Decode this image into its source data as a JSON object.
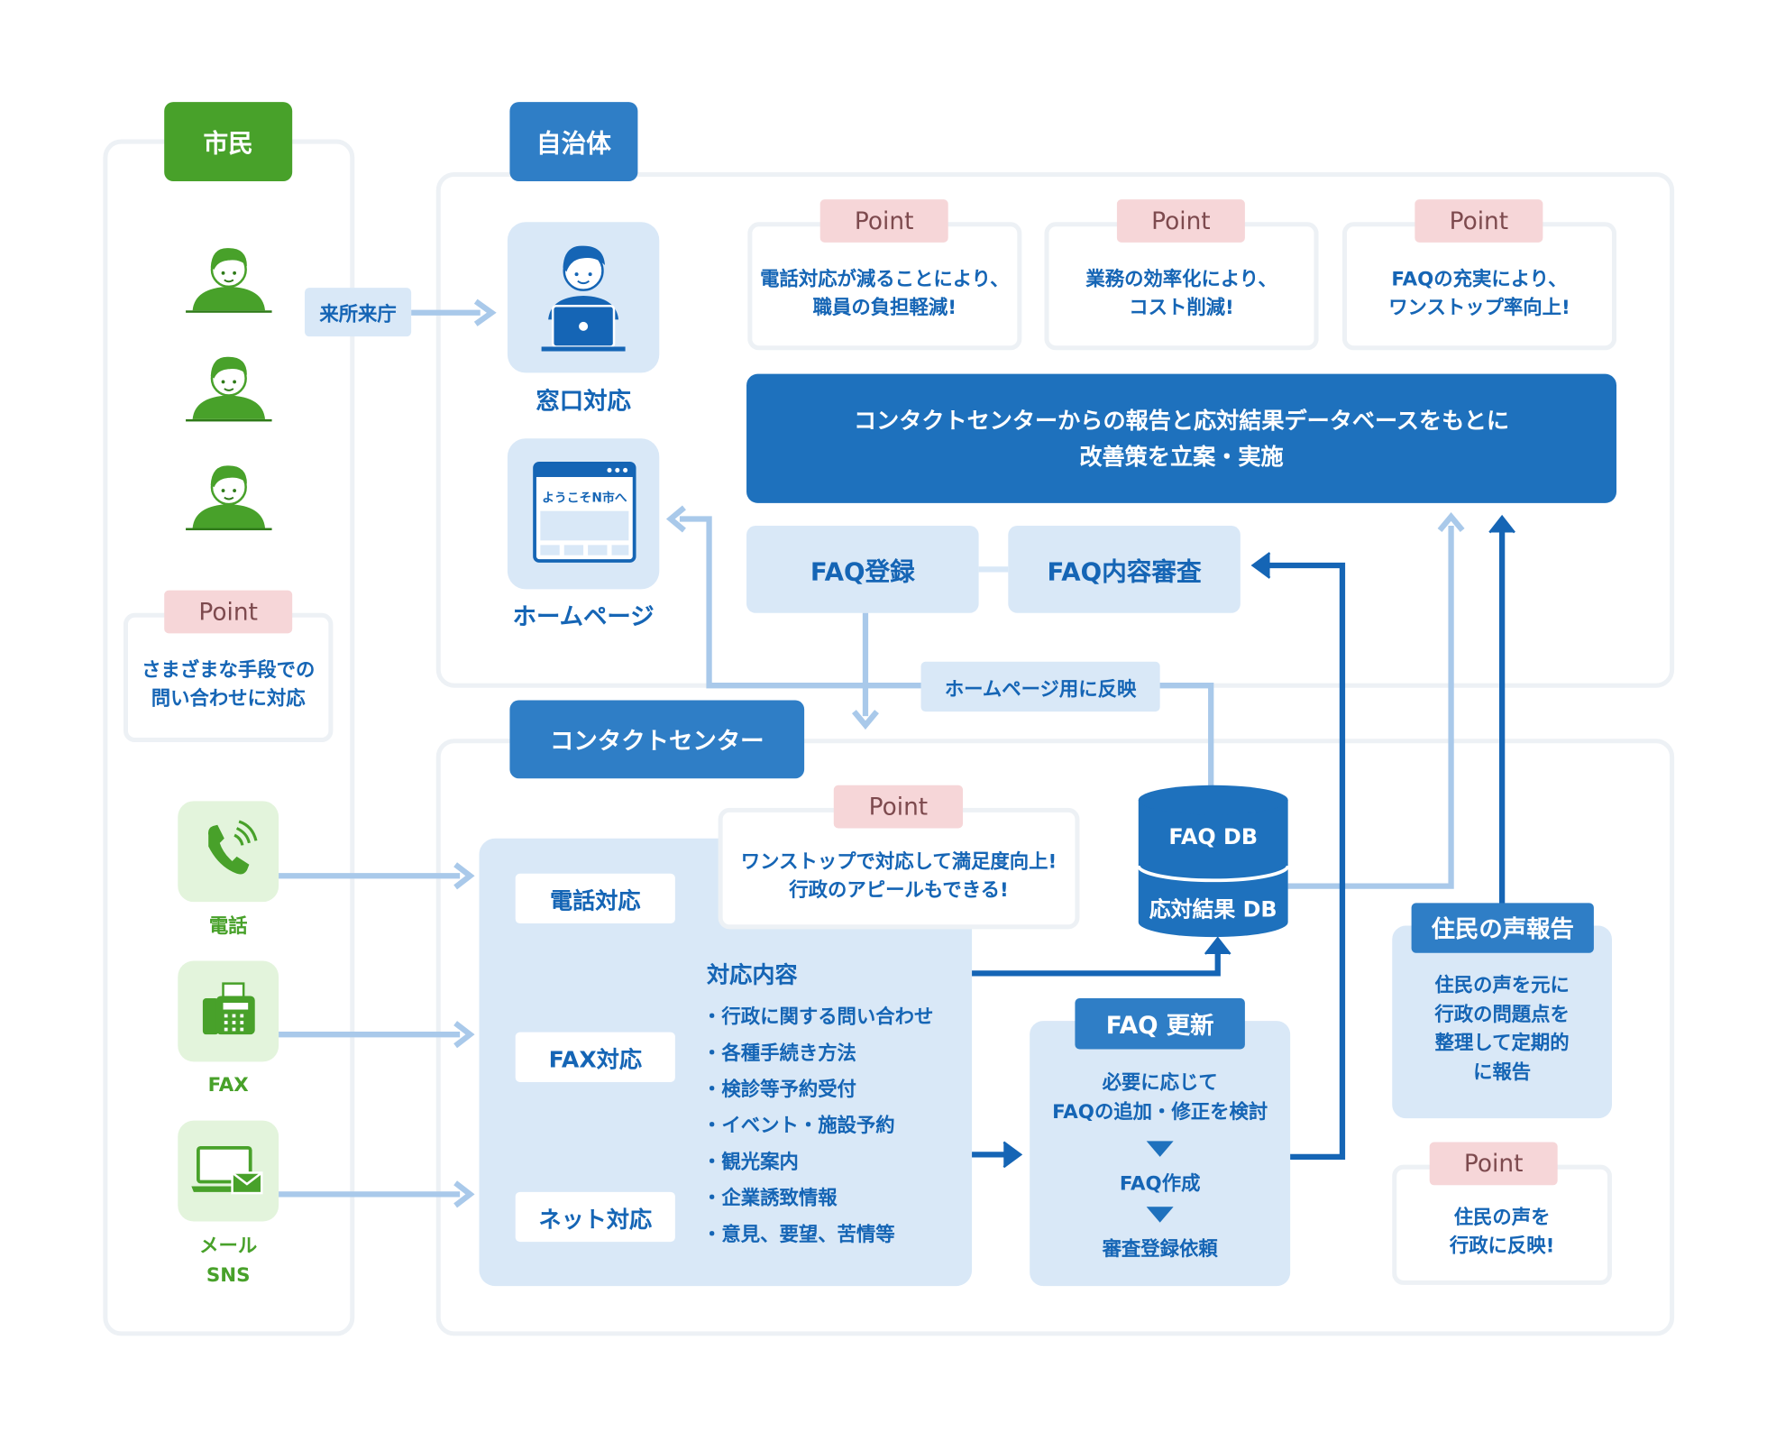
{
  "citizen": {
    "title": "市民",
    "point_label": "Point",
    "point_text": "さまざまな手段での\n問い合わせに対応",
    "channels": {
      "phone": "電話",
      "fax": "FAX",
      "mail": "メール\nSNS"
    }
  },
  "municipality": {
    "title": "自治体",
    "visit_label": "来所来庁",
    "counter_label": "窓口対応",
    "homepage_label": "ホームページ",
    "homepage_screen_text": "ようこそN市へ",
    "points": [
      {
        "label": "Point",
        "text": "電話対応が減ることにより、\n職員の負担軽減!"
      },
      {
        "label": "Point",
        "text": "業務の効率化により、\nコスト削減!"
      },
      {
        "label": "Point",
        "text": "FAQの充実により、\nワンストップ率向上!"
      }
    ],
    "improvement_text": "コンタクトセンターからの報告と応対結果データベースをもとに\n改善策を立案・実施",
    "faq_register": "FAQ登録",
    "faq_review": "FAQ内容審査",
    "homepage_reflect": "ホームページ用に反映"
  },
  "contact_center": {
    "title": "コンタクトセンター",
    "point_label": "Point",
    "point_text": "ワンストップで対応して満足度向上!\n行政のアピールもできる!",
    "channels": {
      "phone": "電話対応",
      "fax": "FAX対応",
      "net": "ネット対応"
    },
    "content_title": "対応内容",
    "content_items": [
      "・行政に関する問い合わせ",
      "・各種手続き方法",
      "・検診等予約受付",
      "・イベント・施設予約",
      "・観光案内",
      "・企業誘致情報",
      "・意見、要望、苦情等"
    ],
    "db": {
      "faq": "FAQ DB",
      "result": "応対結果 DB"
    },
    "faq_update": {
      "title": "FAQ 更新",
      "step1": "必要に応じて\nFAQの追加・修正を検討",
      "step2": "FAQ作成",
      "step3": "審査登録依頼"
    },
    "voice_report": {
      "title": "住民の声報告",
      "text": "住民の声を元に\n行政の問題点を\n整理して定期的\nに報告"
    },
    "point2_label": "Point",
    "point2_text": "住民の声を\n行政に反映!"
  },
  "colors": {
    "green": "#48a12a",
    "blue": "#2f7ec6",
    "dark_blue": "#1565b5",
    "light_blue": "#d9e8f7",
    "pink": "#f6d6d8"
  }
}
